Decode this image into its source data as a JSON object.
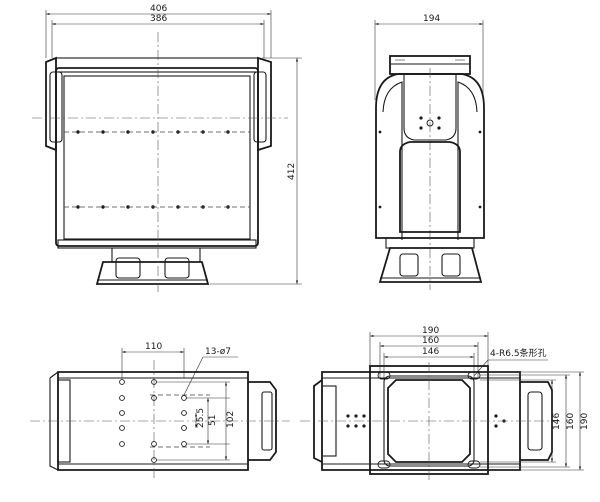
{
  "front_view": {
    "dim_overall_width": "406",
    "dim_body_width": "386",
    "dim_height": "412"
  },
  "side_view": {
    "dim_width": "194"
  },
  "bottom_view": {
    "dim_spacing": "110",
    "hole_callout": "13-ø7",
    "dim_v1": "25.5",
    "dim_v2": "51",
    "dim_v3": "102"
  },
  "top_view": {
    "dim_190": "190",
    "dim_160": "160",
    "dim_146": "146",
    "slot_callout": "4-R6.5条形孔",
    "dim_v146": "146",
    "dim_v160": "160",
    "dim_v190": "190"
  }
}
